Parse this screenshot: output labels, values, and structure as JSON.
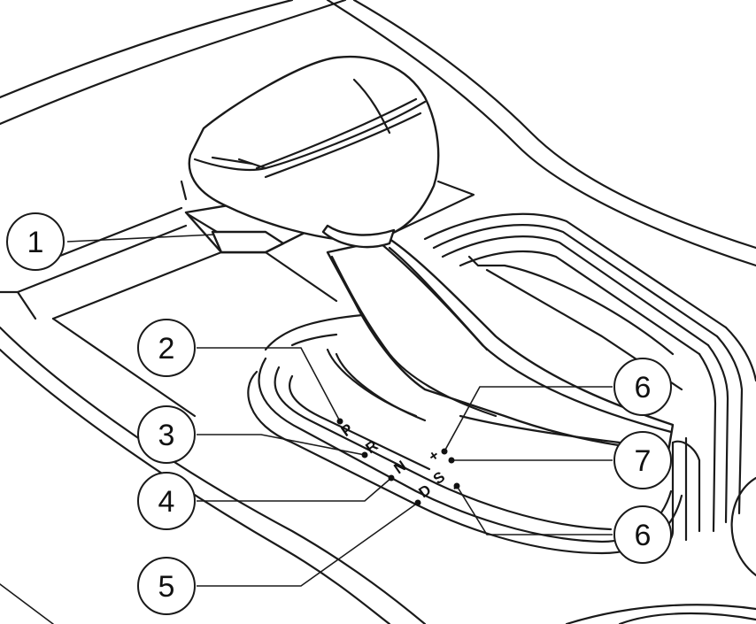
{
  "accent_colors": {
    "line": "#1a1a1a",
    "background": "#ffffff"
  },
  "callouts": [
    {
      "id": "callout-1",
      "label": "1"
    },
    {
      "id": "callout-2",
      "label": "2"
    },
    {
      "id": "callout-3",
      "label": "3"
    },
    {
      "id": "callout-4",
      "label": "4"
    },
    {
      "id": "callout-5",
      "label": "5"
    },
    {
      "id": "callout-6a",
      "label": "6"
    },
    {
      "id": "callout-7",
      "label": "7"
    },
    {
      "id": "callout-6b",
      "label": "6"
    }
  ],
  "gear_indicator": {
    "park": "P",
    "reverse": "R",
    "neutral": "N",
    "drive": "D",
    "sport": "S",
    "plus": "+",
    "minus": "-"
  }
}
